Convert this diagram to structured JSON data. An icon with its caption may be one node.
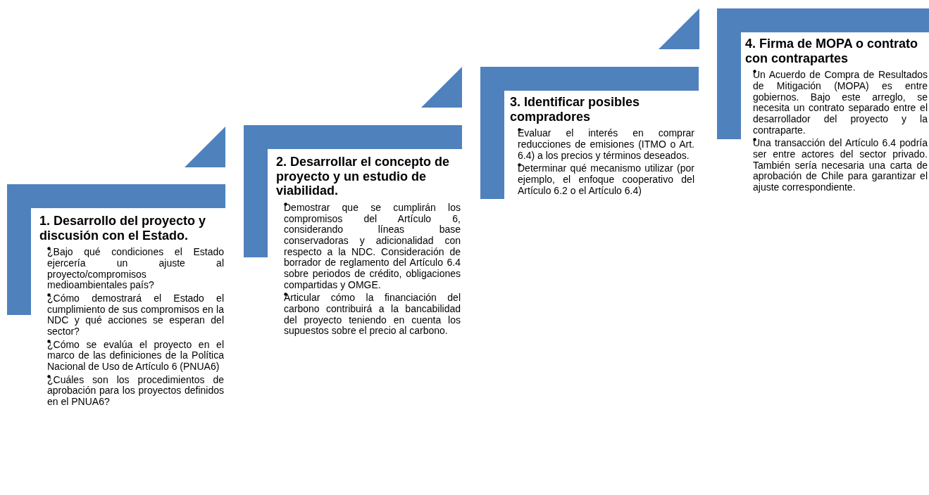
{
  "diagram": {
    "nodes": [
      {
        "text": [
          "1. Desarrollo del proyecto y discusión con el Estado.",
          "¿Bajo qué condiciones el Estado ejercería un ajuste al proyecto/compromisos medioambientales país?",
          "¿Cómo demostrará el Estado el cumplimiento de sus compromisos en la NDC y qué acciones se esperan del sector?",
          "¿Cómo se evalúa el proyecto en el marco de las definiciones de la Política Nacional de Uso de Artículo 6 (PNUA6)",
          "¿Cuáles son los procedimientos de aprobación para los proyectos definidos en el PNUA6?"
        ]
      },
      {
        "text": [
          "2. Desarrollar el concepto de proyecto y un estudio de viabilidad.",
          "Demostrar que se cumplirán los compromisos del Artículo 6, considerando líneas base conservadoras y adicionalidad con respecto a la NDC. Consideración de borrador de reglamento del Artículo 6.4 sobre periodos de crédito, obligaciones compartidas y OMGE.",
          "Articular cómo la financiación del carbono contribuirá a la bancabilidad del proyecto teniendo en cuenta los supuestos sobre el precio al carbono."
        ]
      },
      {
        "text": [
          "3. Identificar posibles compradores",
          "Evaluar el interés en comprar reducciones de emisiones (ITMO o Art. 6.4) a los precios y términos deseados.",
          "Determinar qué mecanismo utilizar (por ejemplo, el enfoque cooperativo del Artículo 6.2 o el Artículo 6.4)"
        ]
      },
      {
        "text": [
          "4. Firma de MOPA o contrato con contrapartes",
          "Un Acuerdo de Compra de Resultados de Mitigación (MOPA) es entre gobiernos. Bajo este arreglo, se necesita un contrato separado entre el desarrollador del proyecto y la contraparte.",
          "Una transacción del Artículo 6.4 podría ser entre actores del sector privado. También sería necesaria una carta de aprobación de Chile para garantizar el ajuste correspondiente."
        ]
      }
    ]
  }
}
